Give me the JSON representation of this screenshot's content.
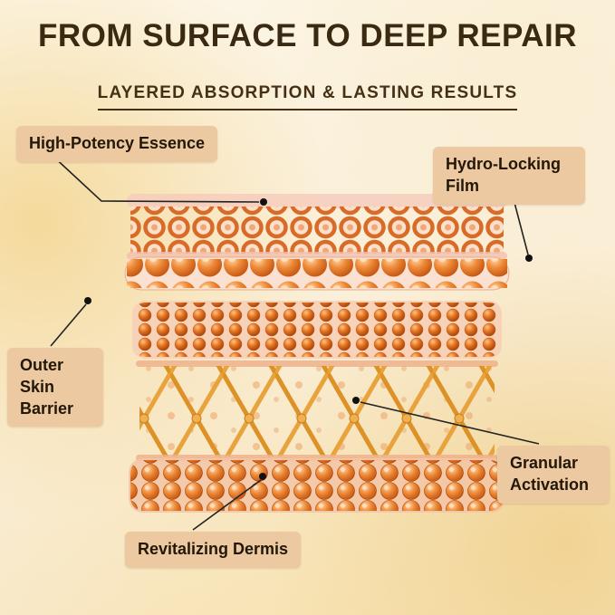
{
  "header": {
    "title": "FROM SURFACE TO DEEP REPAIR",
    "subtitle": "LAYERED ABSORPTION & LASTING RESULTS"
  },
  "callouts": [
    {
      "id": "high-potency-essence",
      "label": "High-Potency Essence"
    },
    {
      "id": "hydro-locking-film",
      "label": "Hydro-Locking Film"
    },
    {
      "id": "outer-skin-barrier",
      "label": "Outer Skin Barrier"
    },
    {
      "id": "granular-activation",
      "label": "Granular Activation"
    },
    {
      "id": "revitalizing-dermis",
      "label": "Revitalizing Dermis"
    }
  ],
  "colors": {
    "title_text": "#3b2a12",
    "subtitle_text": "#453015",
    "label_background": "#ecc9a1",
    "label_text": "#221708",
    "background_cream": "#fdf8ec",
    "background_gold_glow": "#f3d38a",
    "illustration_orange": "#e0701f",
    "illustration_pink_film": "#f6cbbb",
    "connector_line": "#222222"
  }
}
